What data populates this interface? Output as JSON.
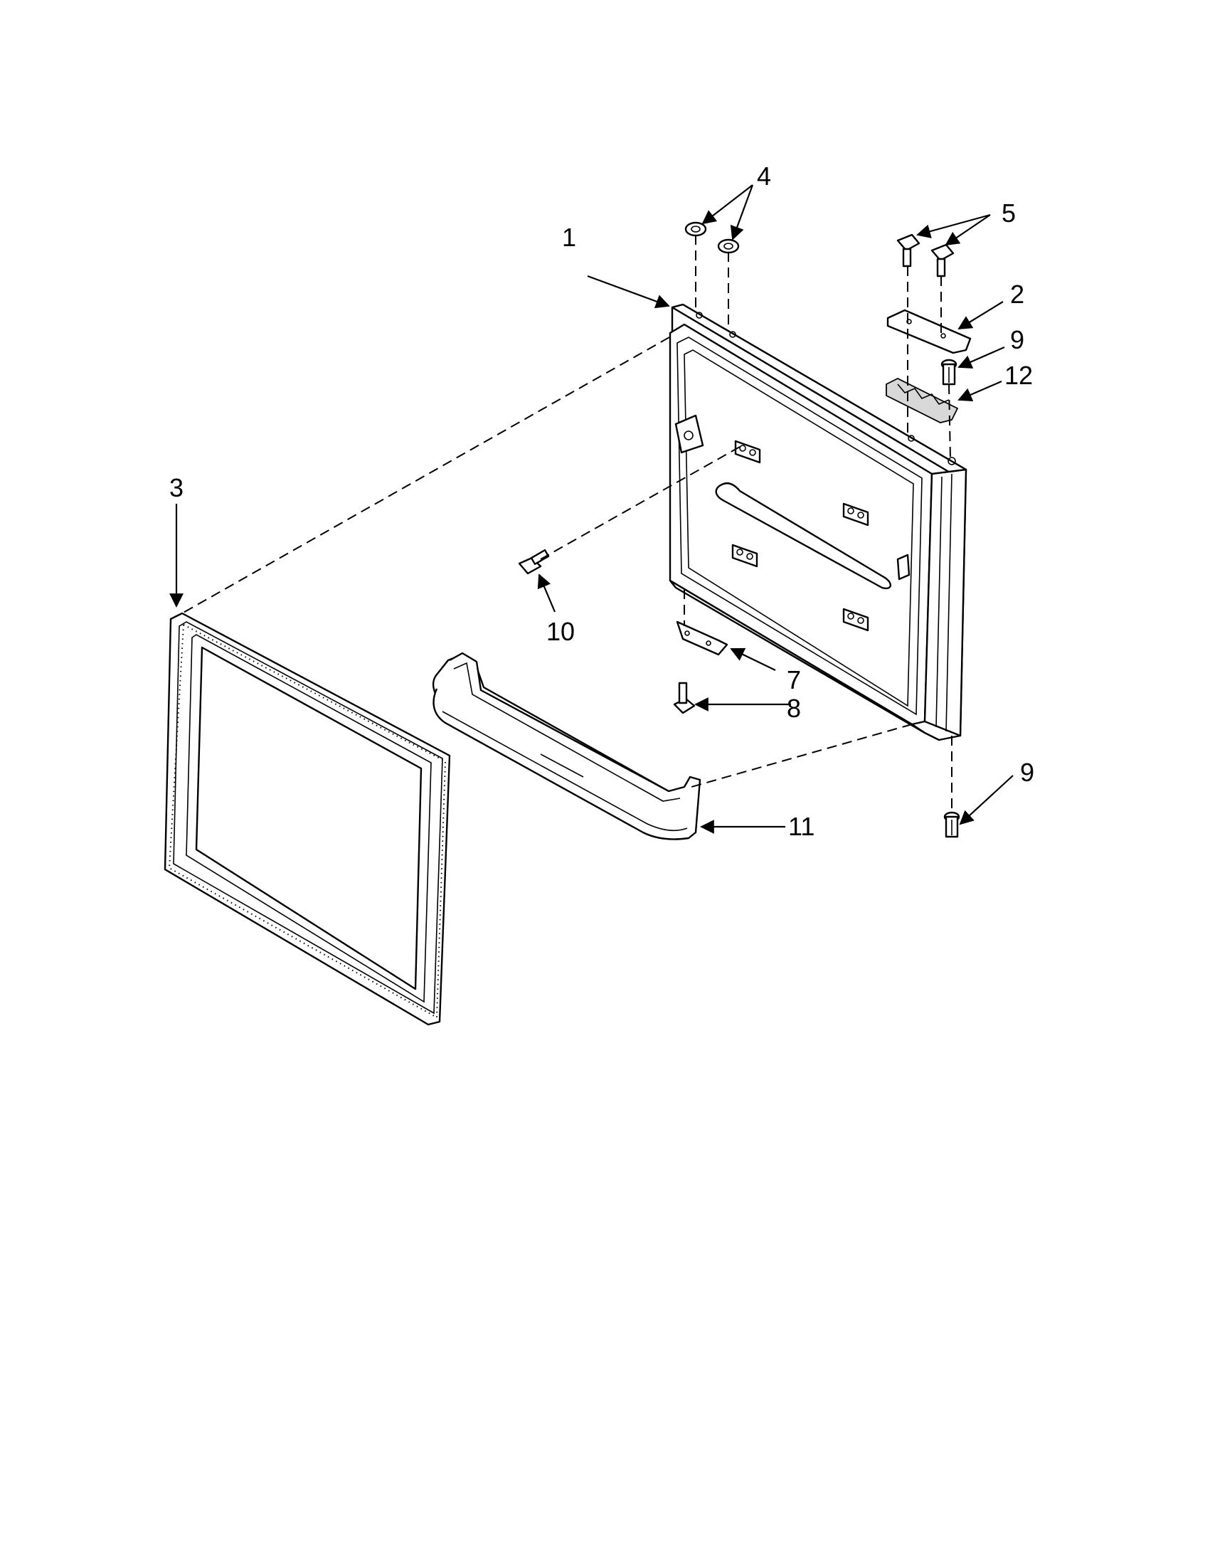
{
  "callouts": {
    "c1": "1",
    "c2": "2",
    "c3": "3",
    "c4": "4",
    "c5": "5",
    "c7": "7",
    "c8": "8",
    "c9a": "9",
    "c9b": "9",
    "c10": "10",
    "c11": "11",
    "c12": "12"
  },
  "colors": {
    "ink": "#000000",
    "paper": "#ffffff"
  }
}
